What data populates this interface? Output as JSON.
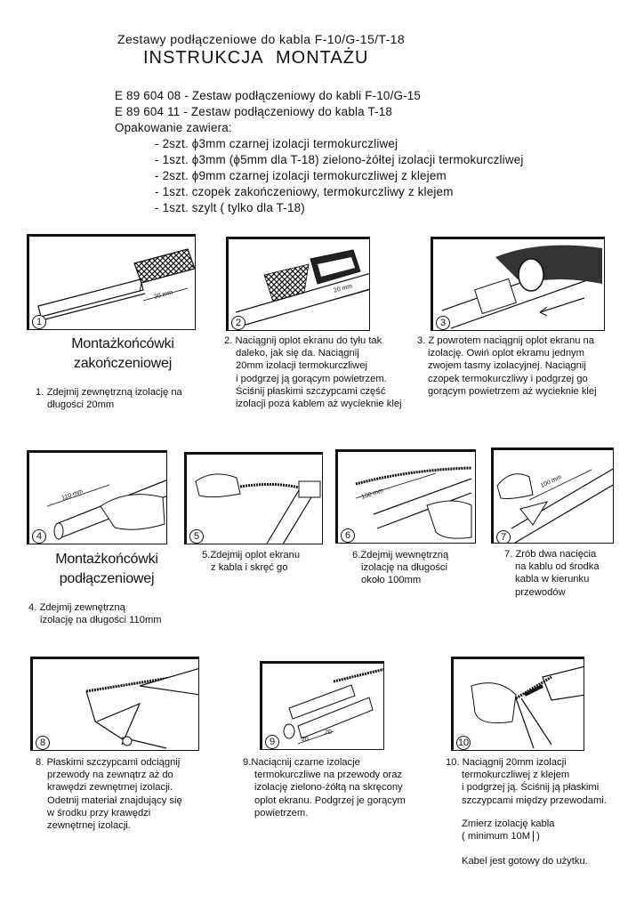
{
  "header": {
    "subtitle": "Zestawy podłączeniowe do kabla F-10/G-15/T-18",
    "title": "INSTRUKCJA MONTAŻU",
    "lines": [
      "E 89 604 08 - Zestaw podłączeniowy do kabli F-10/G-15",
      "E 89 604 11 - Zestaw podłączeniowy do kabla T-18",
      "Opakowanie zawiera:"
    ],
    "items": [
      "- 2szt. ϕ3mm czarnej izolacji termokurczliwej",
      "- 1szt. ϕ3mm (ϕ5mm dla T-18) zielono-żółtej izolacji termokurczliwej",
      "- 2szt. ϕ9mm czarnej izolacji termokurczliwej z klejem",
      "- 1szt. czopek zakończeniowy, termokurczliwy z klejem",
      "- 1szt. szylt ( tylko dla T-18)"
    ]
  },
  "sections": {
    "end": [
      "Montażkońcówki",
      "zakończeniowej"
    ],
    "conn": [
      "Montażkońcówki",
      "podłączeniowej"
    ]
  },
  "figures": {
    "f1": {
      "num": "1",
      "dim": "20 mm"
    },
    "f2": {
      "num": "2",
      "dim": "20 mm"
    },
    "f3": {
      "num": "3"
    },
    "f4": {
      "num": "4",
      "dim": "110 mm"
    },
    "f5": {
      "num": "5"
    },
    "f6": {
      "num": "6",
      "dim": "100 mm"
    },
    "f7": {
      "num": "7",
      "dim": "100 mm"
    },
    "f8": {
      "num": "8"
    },
    "f9": {
      "num": "9",
      "dim1": "20",
      "dim2": "20"
    },
    "f10": {
      "num": "10"
    }
  },
  "steps": {
    "s1": [
      "1. Zdejmij zewnętrzną izolację na",
      "długości 20mm"
    ],
    "s2": [
      "2. Naciągnij oplot ekranu do tyłu tak",
      "daleko, jak się da. Naciągnij",
      "20mm izolacji termokurczliwej",
      "i podgrzej ją gorącym powietrzem.",
      "Ściśnij płaskimi szczypcami część",
      "izolacji poza kablem aż wycieknie klej"
    ],
    "s3": [
      "3. Z powrotem naciągnij oplot ekranu na",
      "izolację. Owiń oplot ekramu jednym",
      "zwojem tasmy izolacyjnej. Naciągnij",
      "czopek termokurczliwy i podgrzej go",
      "gorącym powietrzem aż wycieknie klej"
    ],
    "s4": [
      "4. Zdejmij zewnętrzną",
      "izolację na długości 110mm"
    ],
    "s5": [
      "5.Zdejmij oplot ekranu",
      "z kabla i skręć go"
    ],
    "s6": [
      "6.Zdejmij wewnętrzną",
      "izolację na długości",
      "około 100mm"
    ],
    "s7": [
      "7. Zrób dwa nacięcia",
      "na kablu od środka",
      "kabla w kierunku",
      "przewodów"
    ],
    "s8": [
      "8. Płaskimi szczypcami odciągnij",
      "przewody na zewnątrz aż do",
      "krawędzi zewnętrnej izolacji.",
      "Odetnij materiał znajdujący się",
      "w środku przy krawędzi",
      "zewnętrnej izolacji."
    ],
    "s9": [
      "9.Naciącnij czarne izolacje",
      "termokurczliwe na przewody oraz",
      "izolację zielono-żółtą na skręcony",
      "oplot ekranu. Podgrzej je gorącym",
      "powietrzem."
    ],
    "s10": [
      "10. Naciągnij 20mm izolacji",
      "termokurczliwej z klejem",
      "i podgrzej ją. Ściśnij ją płaskimi",
      "szczypcami między przewodami."
    ],
    "s10b": [
      "Zmierz izolację kabla",
      "( minimum 10M",
      ")"
    ],
    "s10c": "Kabel jest gotowy do użytku."
  }
}
